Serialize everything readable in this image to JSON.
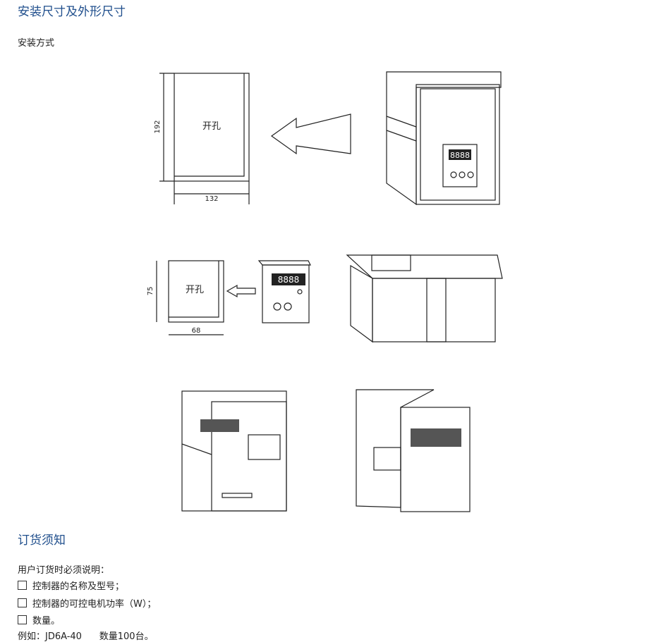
{
  "section1": {
    "title": "安装尺寸及外形尺寸",
    "subtitle": "安装方式"
  },
  "drawing1": {
    "cutout_label": "开孔",
    "height": "192",
    "width": "132"
  },
  "drawing2": {
    "cutout_label": "开孔",
    "height": "75",
    "width": "68",
    "display": "8888"
  },
  "small_display": "8888",
  "section2": {
    "title": "订货须知",
    "intro": "用户订货时必须说明：",
    "items": [
      "控制器的名称及型号；",
      "控制器的可控电机功率（W）；",
      "数量。"
    ],
    "example": "例如：JD6A-40      数量100台。"
  }
}
